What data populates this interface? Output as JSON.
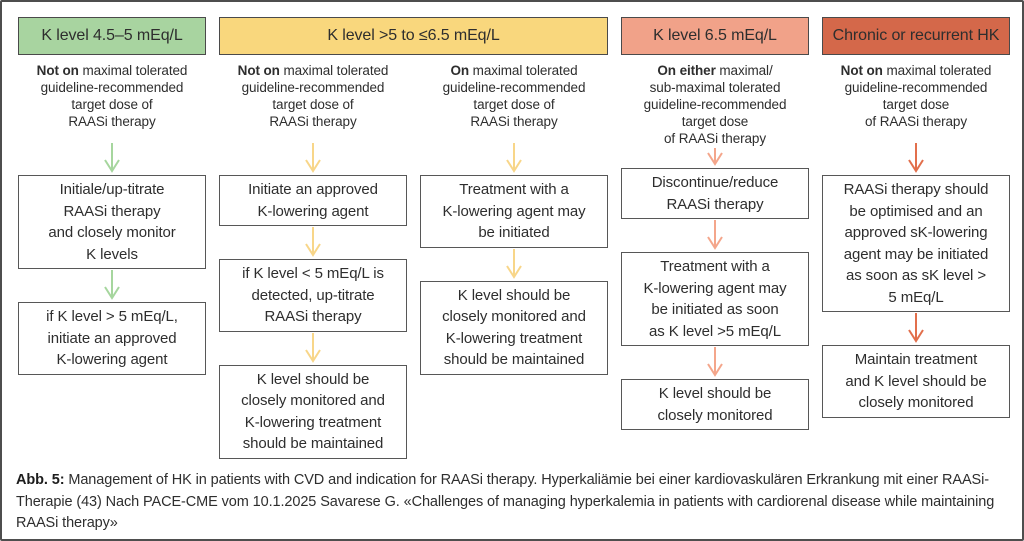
{
  "headers": {
    "col1": {
      "label": "K level 4.5–5 mEq/L",
      "bg": "#a8d4a0"
    },
    "col23": {
      "label": "K level >5 to ≤6.5 mEq/L",
      "bg": "#f9d77d"
    },
    "col4": {
      "label": "K level 6.5 mEq/L",
      "bg": "#f1a289"
    },
    "col5": {
      "label": "Chronic or recurrent HK",
      "bg": "#d4684a"
    }
  },
  "columns": [
    {
      "name": "k-level-4.5-5",
      "arrow_color": "#a6d69e",
      "condition": {
        "lead": "Not on",
        "rest": " maximal tolerated\nguideline-recommended\ntarget dose of\nRAASi therapy"
      },
      "boxes": [
        "Initiale/up-titrate\nRAASi therapy\nand closely monitor\nK levels",
        "if K level > 5 mEq/L,\ninitiate an approved\nK-lowering agent"
      ]
    },
    {
      "name": "k-level-5-6.5-not-on-target",
      "arrow_color": "#f8d689",
      "condition": {
        "lead": "Not on",
        "rest": " maximal tolerated\nguideline-recommended\ntarget dose of\nRAASi therapy"
      },
      "boxes": [
        "Initiate an approved\nK-lowering agent",
        "if K level < 5 mEq/L is\ndetected, up-titrate\nRAASi therapy",
        "K level should be\nclosely monitored and\nK-lowering treatment\nshould be maintained"
      ]
    },
    {
      "name": "k-level-5-6.5-on-target",
      "arrow_color": "#f8d689",
      "condition": {
        "lead": "On",
        "rest": " maximal tolerated\nguideline-recommended\ntarget dose of\nRAASi therapy"
      },
      "boxes": [
        "Treatment with a\nK-lowering agent may\nbe initiated",
        "K level should be\nclosely monitored and\nK-lowering treatment\nshould be maintained"
      ]
    },
    {
      "name": "k-level-6.5",
      "arrow_color": "#f4a68b",
      "condition": {
        "lead": "On either",
        "rest": " maximal/\nsub-maximal tolerated\nguideline-recommended\ntarget dose\nof RAASi therapy"
      },
      "boxes": [
        "Discontinue/reduce\nRAASi therapy",
        "Treatment with a\nK-lowering agent may\nbe initiated as soon\nas K level >5 mEq/L",
        "K level should be\nclosely monitored"
      ]
    },
    {
      "name": "chronic-or-recurrent-hk",
      "arrow_color": "#e26f4c",
      "condition": {
        "lead": "Not on",
        "rest": " maximal tolerated\nguideline-recommended\ntarget dose\nof RAASi therapy"
      },
      "boxes": [
        "RAASi therapy should\nbe optimised and an\napproved sK-lowering\nagent may be initiated\nas soon as sK level >\n5 mEq/L",
        "Maintain treatment\nand K level should be\nclosely monitored"
      ]
    }
  ],
  "caption": {
    "label": "Abb. 5:",
    "text": " Management of HK in patients with CVD and indication for RAASi therapy. Hyperkaliämie bei einer kardiovaskulären Erkrankung mit einer RAASi-Therapie (43) Nach PACE-CME vom 10.1.2025 Savarese G. «Challenges of managing hyperkalemia in patients with cardiorenal disease while maintaining RAASi therapy»"
  }
}
